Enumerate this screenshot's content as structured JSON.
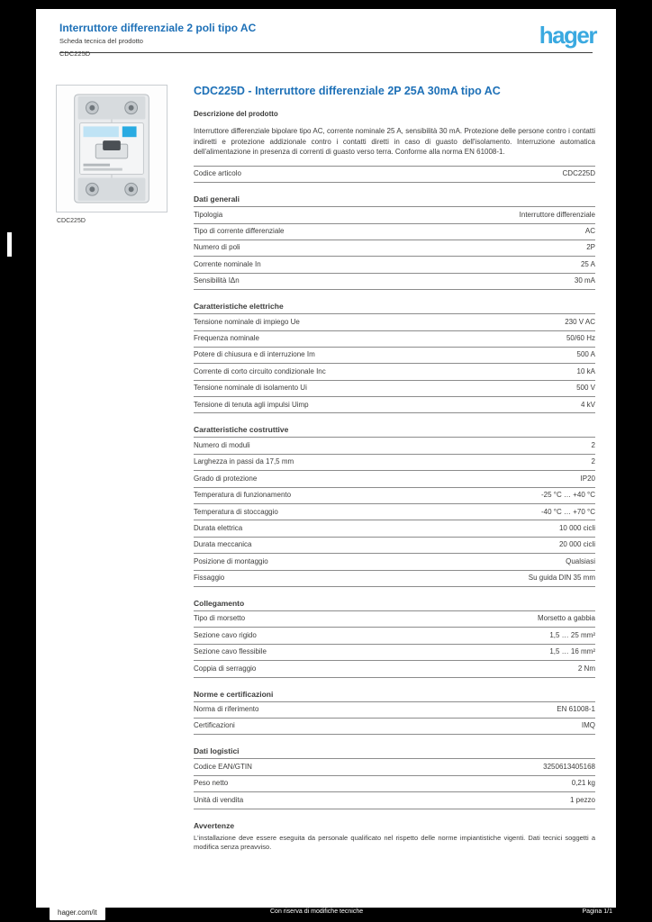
{
  "brand": {
    "logo_text": "hager",
    "logo_color": "#3aa9e0",
    "accent_blue": "#1d70b7"
  },
  "header": {
    "title": "Interruttore differenziale 2 poli tipo AC",
    "subtitle": "Scheda tecnica del prodotto",
    "reference": "CDC225D"
  },
  "product": {
    "image_caption": "CDC225D",
    "title": "CDC225D - Interruttore differenziale 2P 25A 30mA tipo AC",
    "section_label": "Descrizione del prodotto",
    "description": "Interruttore differenziale bipolare tipo AC, corrente nominale 25 A, sensibilità 30 mA. Protezione delle persone contro i contatti indiretti e protezione addizionale contro i contatti diretti in caso di guasto dell'isolamento. Interruzione automatica dell'alimentazione in presenza di correnti di guasto verso terra. Conforme alla norma EN 61008-1.",
    "code_row": {
      "label": "Codice articolo",
      "value": "CDC225D"
    }
  },
  "sections": [
    {
      "heading": "Dati generali",
      "rows": [
        {
          "label": "Tipologia",
          "value": "Interruttore differenziale"
        },
        {
          "label": "Tipo di corrente differenziale",
          "value": "AC"
        },
        {
          "label": "Numero di poli",
          "value": "2P"
        },
        {
          "label": "Corrente nominale In",
          "value": "25 A"
        },
        {
          "label": "Sensibilità IΔn",
          "value": "30 mA"
        }
      ]
    },
    {
      "heading": "Caratteristiche elettriche",
      "rows": [
        {
          "label": "Tensione nominale di impiego Ue",
          "value": "230 V AC"
        },
        {
          "label": "Frequenza nominale",
          "value": "50/60 Hz"
        },
        {
          "label": "Potere di chiusura e di interruzione Im",
          "value": "500 A"
        },
        {
          "label": "Corrente di corto circuito condizionale Inc",
          "value": "10 kA"
        },
        {
          "label": "Tensione nominale di isolamento Ui",
          "value": "500 V"
        },
        {
          "label": "Tensione di tenuta agli impulsi Uimp",
          "value": "4 kV"
        }
      ]
    },
    {
      "heading": "Caratteristiche costruttive",
      "rows": [
        {
          "label": "Numero di moduli",
          "value": "2"
        },
        {
          "label": "Larghezza in passi da 17,5 mm",
          "value": "2"
        },
        {
          "label": "Grado di protezione",
          "value": "IP20"
        },
        {
          "label": "Temperatura di funzionamento",
          "value": "-25 °C … +40 °C"
        },
        {
          "label": "Temperatura di stoccaggio",
          "value": "-40 °C … +70 °C"
        },
        {
          "label": "Durata elettrica",
          "value": "10 000 cicli"
        },
        {
          "label": "Durata meccanica",
          "value": "20 000 cicli"
        },
        {
          "label": "Posizione di montaggio",
          "value": "Qualsiasi"
        },
        {
          "label": "Fissaggio",
          "value": "Su guida DIN 35 mm"
        }
      ]
    },
    {
      "heading": "Collegamento",
      "rows": [
        {
          "label": "Tipo di morsetto",
          "value": "Morsetto a gabbia"
        },
        {
          "label": "Sezione cavo rigido",
          "value": "1,5 … 25 mm²"
        },
        {
          "label": "Sezione cavo flessibile",
          "value": "1,5 … 16 mm²"
        },
        {
          "label": "Coppia di serraggio",
          "value": "2 Nm"
        }
      ]
    },
    {
      "heading": "Norme e certificazioni",
      "rows": [
        {
          "label": "Norma di riferimento",
          "value": "EN 61008-1"
        },
        {
          "label": "Certificazioni",
          "value": "IMQ"
        }
      ]
    },
    {
      "heading": "Dati logistici",
      "rows": [
        {
          "label": "Codice EAN/GTIN",
          "value": "3250613405168"
        },
        {
          "label": "Peso netto",
          "value": "0,21 kg"
        },
        {
          "label": "Unità di vendita",
          "value": "1 pezzo"
        }
      ]
    }
  ],
  "notes": {
    "heading": "Avvertenze",
    "text": "L'installazione deve essere eseguita da personale qualificato nel rispetto delle norme impiantistiche vigenti. Dati tecnici soggetti a modifica senza preavviso."
  },
  "footer": {
    "site": "hager.com/it",
    "center": "Con riserva di modifiche tecniche",
    "page": "Pagina 1/1"
  }
}
